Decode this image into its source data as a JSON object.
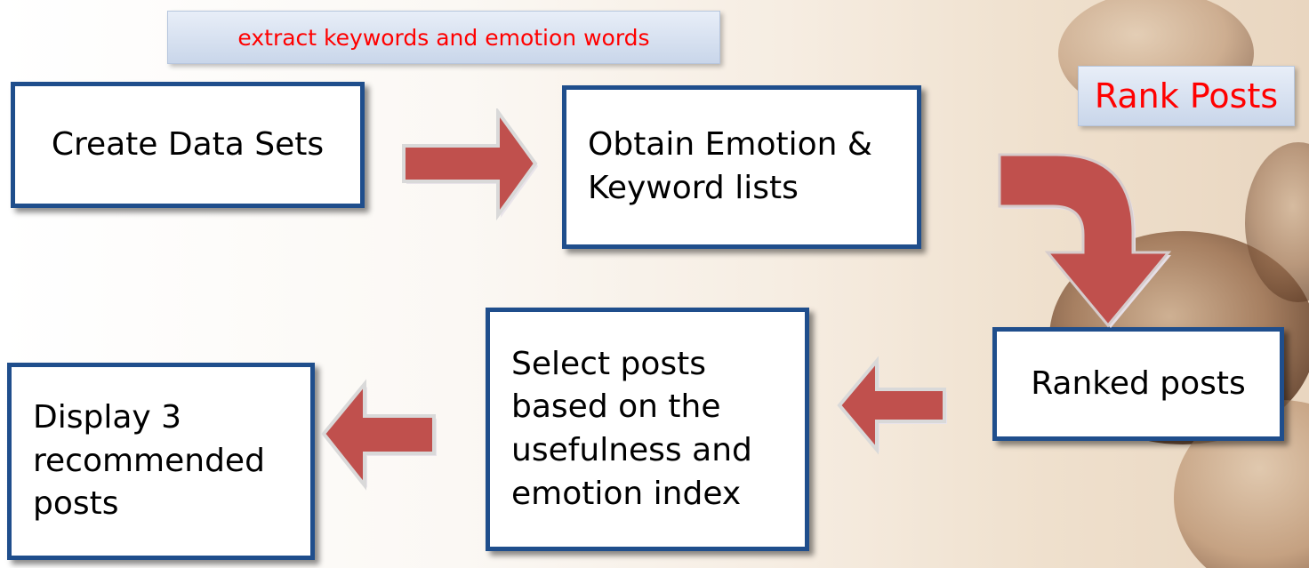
{
  "labels": {
    "extract": "extract keywords and emotion words",
    "rank": "Rank Posts"
  },
  "boxes": {
    "create": "Create Data Sets",
    "obtain": "Obtain Emotion &\nKeyword lists",
    "ranked": "Ranked posts",
    "select": "Select posts\nbased on the\nusefulness and\nemotion index",
    "display": "Display 3\nrecommended\nposts"
  },
  "colors": {
    "box_border": "#1f4e8c",
    "arrow_fill": "#c0504d",
    "label_text": "#ff0000"
  }
}
